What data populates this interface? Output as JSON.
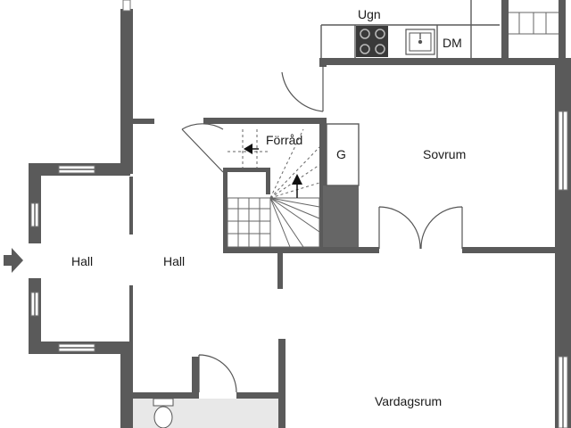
{
  "rooms": {
    "hall_left": "Hall",
    "hall_right": "Hall",
    "storage": "Förråd",
    "wardrobe": "G",
    "bedroom": "Sovrum",
    "living_room": "Vardagsrum",
    "oven": "Ugn",
    "dishwasher": "DM"
  },
  "colors": {
    "wall": "#5a5a5a",
    "wall_shade": "#666666",
    "background": "#ffffff"
  },
  "icons": [
    "entrance-arrow-icon",
    "stove-icon",
    "sink-icon",
    "toilet-icon",
    "stair-arrow-icon"
  ]
}
